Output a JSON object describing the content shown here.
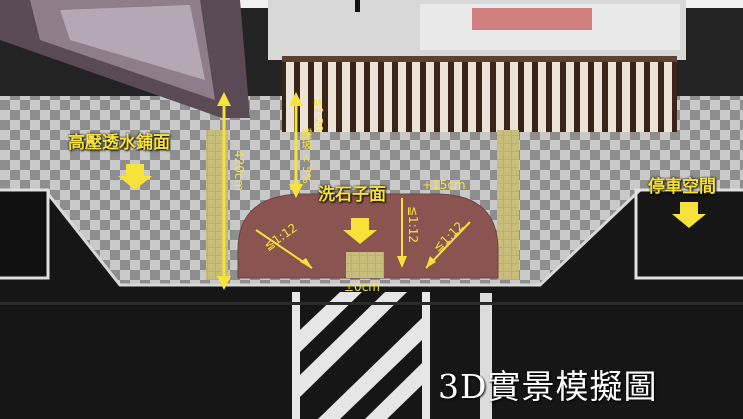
{
  "labels": {
    "permeable_paving": "高壓透水鋪面",
    "parking_space": "停車空間",
    "washed_pebble": "洗石子面",
    "width_420": "420cm",
    "slope_note": "縱坡 < 5%",
    "slope_max": "≦1:20",
    "plus_15": "+15cm",
    "zero": "±0cm",
    "ramp_left": "≦1:12",
    "ramp_center": "≦1:12",
    "ramp_right": "≦1:12",
    "caption": "3D實景模擬圖"
  },
  "colors": {
    "accent_yellow": "#f6e23a",
    "ramp": "#8a5550",
    "asphalt": "#161616"
  }
}
